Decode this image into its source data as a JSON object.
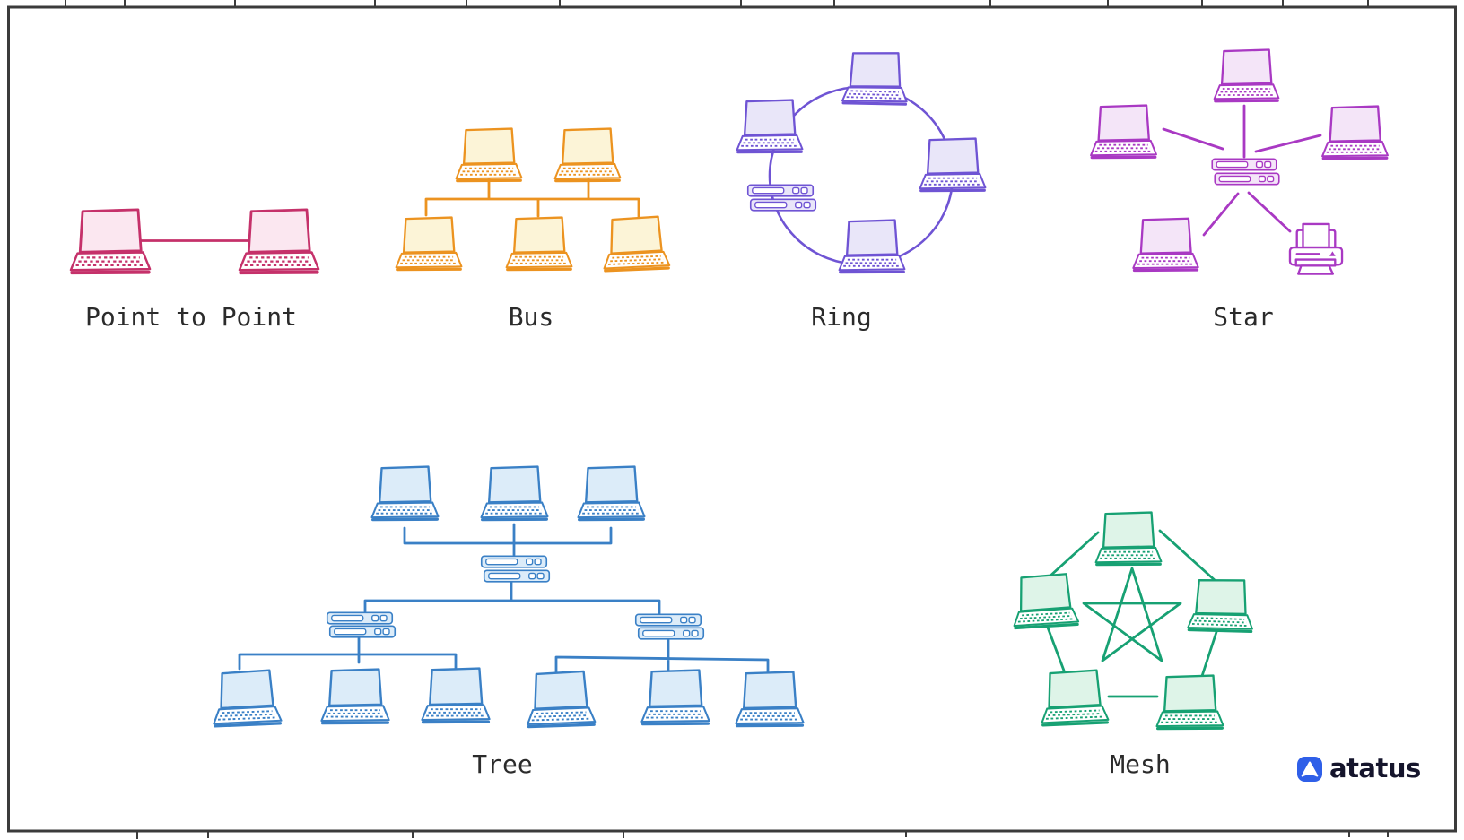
{
  "page": {
    "background": "#ffffff",
    "frame_color": "#3b3b3b",
    "label_color": "#2b2b2b"
  },
  "topologies": [
    {
      "id": "point-to-point",
      "label": "Point to Point",
      "stroke": "#c5316a",
      "fill": "#fbe7f0",
      "devices": {
        "laptops": 2,
        "switches": 0,
        "printers": 0
      },
      "links": 1
    },
    {
      "id": "bus",
      "label": "Bus",
      "stroke": "#ec9320",
      "fill": "#fcf4d7",
      "devices": {
        "laptops": 5,
        "switches": 0,
        "printers": 0
      },
      "links": 5
    },
    {
      "id": "ring",
      "label": "Ring",
      "stroke": "#6f54d4",
      "fill": "#e9e6f9",
      "devices": {
        "laptops": 4,
        "switches": 1,
        "printers": 0
      },
      "links": 1
    },
    {
      "id": "star",
      "label": "Star",
      "stroke": "#a939c3",
      "fill": "#f4e5f8",
      "devices": {
        "laptops": 4,
        "switches": 1,
        "printers": 1
      },
      "links": 5
    },
    {
      "id": "tree",
      "label": "Tree",
      "stroke": "#3a80c6",
      "fill": "#dcecf9",
      "devices": {
        "laptops": 9,
        "switches": 3,
        "printers": 0
      },
      "links": 12
    },
    {
      "id": "mesh",
      "label": "Mesh",
      "stroke": "#17a173",
      "fill": "#def4e8",
      "devices": {
        "laptops": 5,
        "switches": 0,
        "printers": 0
      },
      "links": 10
    }
  ],
  "brand": {
    "name": "atatus",
    "icon_color": "#2f5fe8",
    "text_color": "#15152c"
  }
}
